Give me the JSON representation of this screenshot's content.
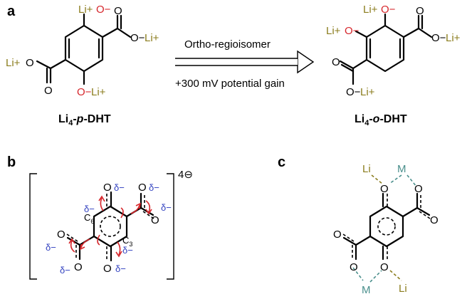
{
  "panels": {
    "a": "a",
    "b": "b",
    "c": "c"
  },
  "panel_a": {
    "left_compound": {
      "name_prefix": "Li",
      "sub": "4",
      "name_mid": "-",
      "italic": "p",
      "name_suffix": "-DHT"
    },
    "right_compound": {
      "name_prefix": "Li",
      "sub": "4",
      "name_mid": "-",
      "italic": "o",
      "name_suffix": "-DHT"
    },
    "arrow_top": "Ortho-regioisomer",
    "arrow_bottom": "+300 mV potential gain",
    "li_plus": "Li+",
    "o_minus": "O−",
    "o": "O"
  },
  "panel_b": {
    "charge": "4⊖",
    "delta": "δ−",
    "c6": "C",
    "c6_sub": "6",
    "c3": "C",
    "c3_sub": "3",
    "o": "O"
  },
  "panel_c": {
    "li": "Li",
    "m": "M",
    "o": "O"
  },
  "colors": {
    "li_olive": "#8b7d1e",
    "oxygen_red": "#d6262b",
    "delta_blue": "#2f3fbf",
    "coordination_teal": "#4a8f8c"
  }
}
